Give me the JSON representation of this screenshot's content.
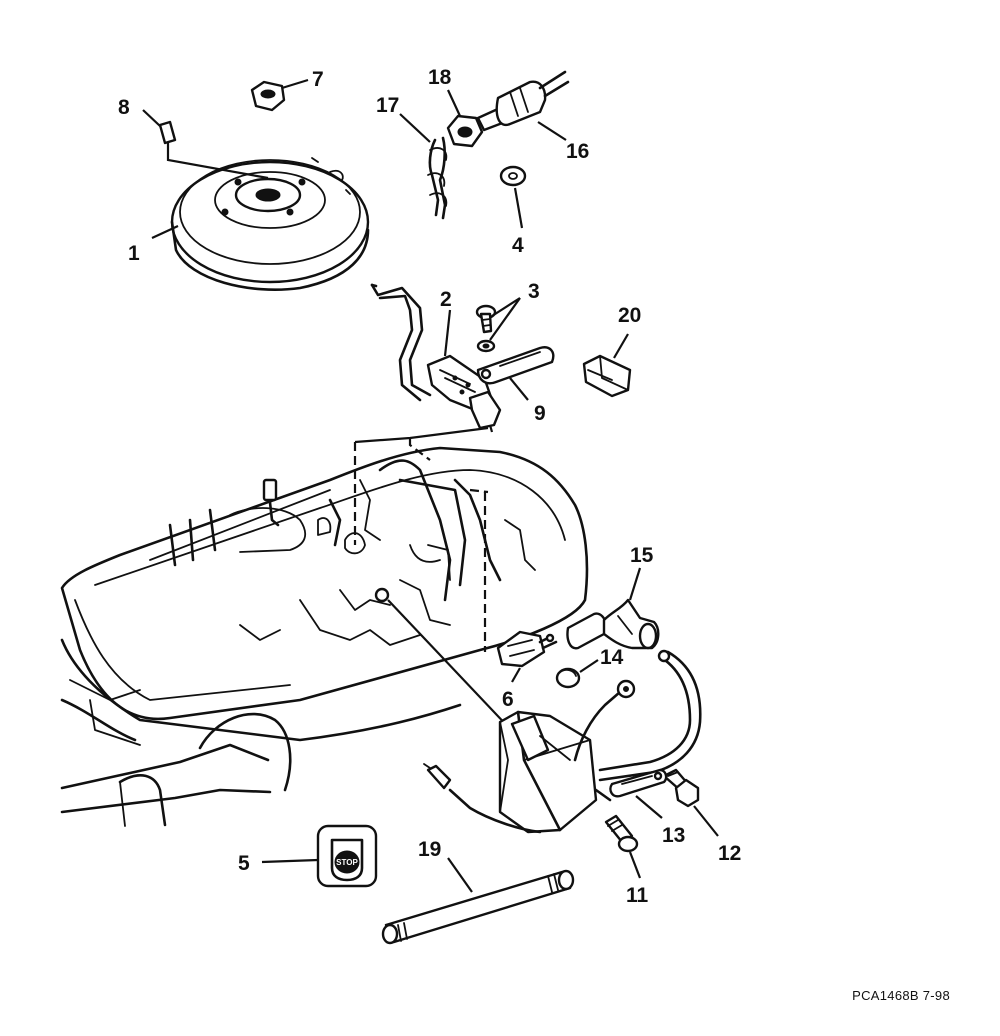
{
  "callouts": {
    "c1": "1",
    "c2": "2",
    "c3": "3",
    "c4": "4",
    "c5": "5",
    "c6": "6",
    "c7": "7",
    "c8": "8",
    "c9": "9",
    "c11": "11",
    "c12": "12",
    "c13": "13",
    "c14": "14",
    "c15": "15",
    "c16": "16",
    "c17": "17",
    "c18": "18",
    "c19": "19",
    "c20": "20"
  },
  "stop_label": "STOP",
  "figure_code": "PCA1468B  7-98"
}
